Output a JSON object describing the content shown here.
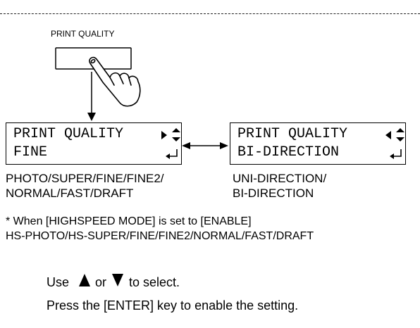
{
  "button": {
    "label": "PRINT QUALITY"
  },
  "lcd_left": {
    "line1": "PRINT QUALITY",
    "line2": "FINE"
  },
  "lcd_right": {
    "line1": "PRINT QUALITY",
    "line2": "BI-DIRECTION"
  },
  "left_options": {
    "line1": "PHOTO/SUPER/FINE/FINE2/",
    "line2": "NORMAL/FAST/DRAFT"
  },
  "right_options": {
    "line1": "UNI-DIRECTION/",
    "line2": "BI-DIRECTION"
  },
  "note": {
    "line1": "* When [HIGHSPEED MODE] is set to [ENABLE]",
    "line2": "HS-PHOTO/HS-SUPER/FINE/FINE2/NORMAL/FAST/DRAFT"
  },
  "instructions": {
    "use": "Use",
    "or": "or",
    "to_select": "to select.",
    "enter": "Press the [ENTER] key to enable the setting."
  },
  "icons": {
    "hand": "pointing-hand-icon",
    "right_up_down": "right-up-down-arrows-icon",
    "left_up_down": "left-up-down-arrows-icon",
    "enter": "enter-key-icon",
    "up": "up-triangle-icon",
    "down": "down-triangle-icon"
  }
}
